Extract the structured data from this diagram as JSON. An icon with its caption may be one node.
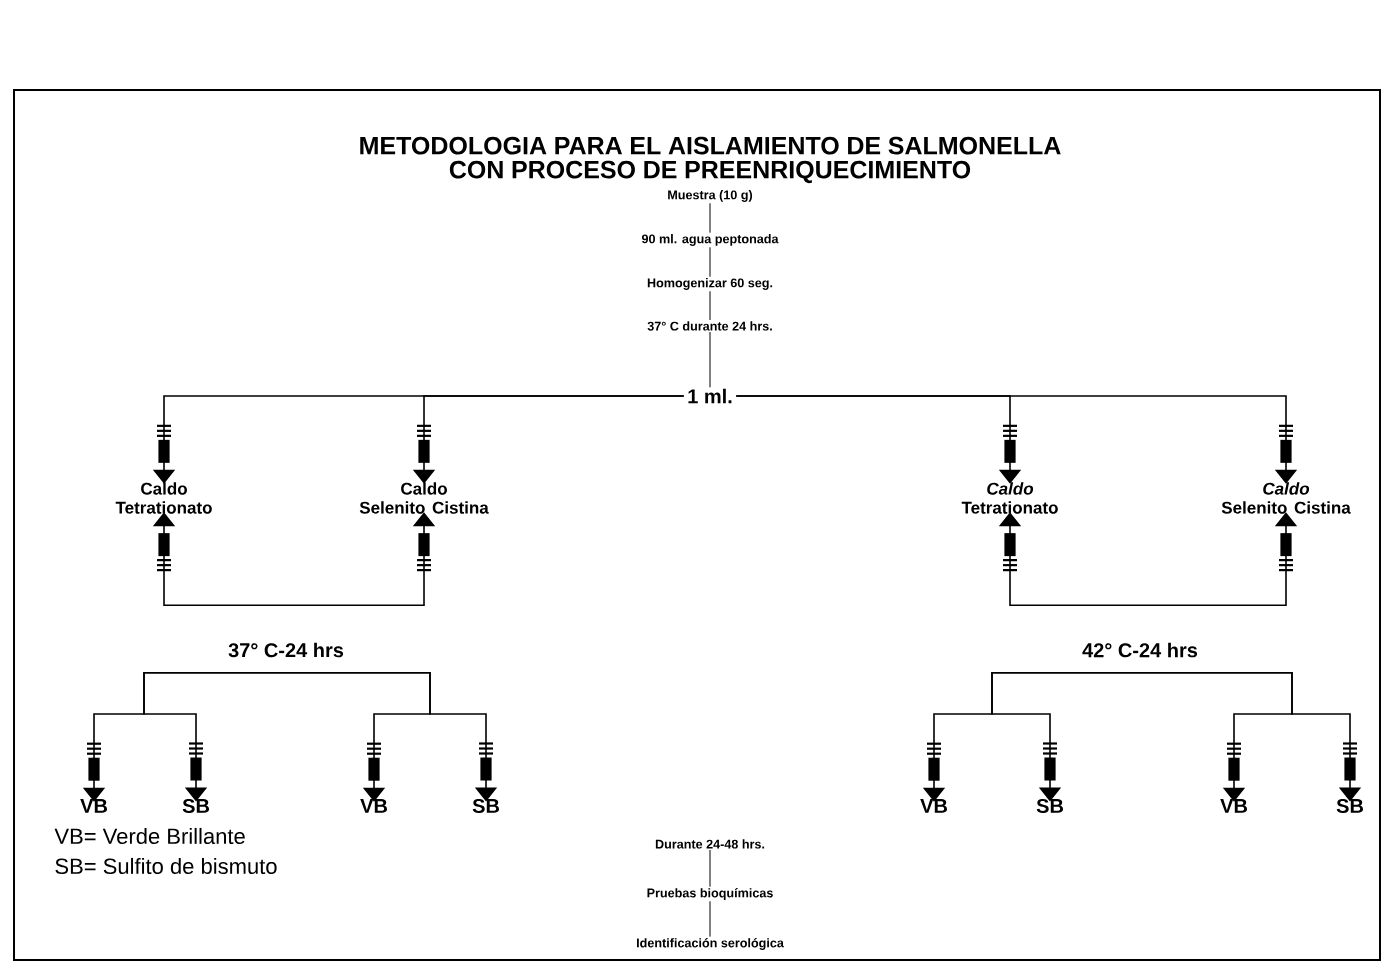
{
  "diagram": {
    "title": "METODOLOGIA PARA EL AISLAMIENTO DE SALMONELLA CON PROCESO DE PREENRIQUECIMIENTO",
    "nodes": [
      {
        "text": [
          "Muestra (10 g)"
        ]
      },
      {
        "text": [
          "90 ml. agua peptonada"
        ]
      },
      {
        "text": [
          "Homogenizar 60 seg."
        ]
      },
      {
        "text": [
          "37° C durante 24 hrs."
        ]
      },
      {
        "text": [
          "1 ml."
        ]
      },
      {
        "text": [
          "Caldo Tetrationato"
        ]
      },
      {
        "text": [
          "Caldo Selenito Cistina"
        ]
      },
      {
        "text": [
          "*Caldo* Tetrationato"
        ]
      },
      {
        "text": [
          "*Caldo* Selenito Cistina"
        ]
      },
      {
        "text": [
          "37° C-24 hrs"
        ]
      },
      {
        "text": [
          "42° C-24 hrs"
        ]
      },
      {
        "text": [
          "VB"
        ]
      },
      {
        "text": [
          "SB"
        ]
      },
      {
        "text": [
          "VB"
        ]
      },
      {
        "text": [
          "SB"
        ]
      },
      {
        "text": [
          "VB"
        ]
      },
      {
        "text": [
          "SB"
        ]
      },
      {
        "text": [
          "VB"
        ]
      },
      {
        "text": [
          "SB"
        ]
      },
      {
        "text": [
          "Durante 24-48 hrs."
        ]
      },
      {
        "text": [
          "Pruebas bioquímicas"
        ]
      },
      {
        "text": [
          "Identificación serológica"
        ]
      }
    ],
    "edges": [
      {
        "from": 0,
        "to": 1,
        "arrow": "none"
      },
      {
        "from": 1,
        "to": 2,
        "arrow": "none"
      },
      {
        "from": 2,
        "to": 3,
        "arrow": "none"
      },
      {
        "from": 3,
        "to": 4,
        "arrow": "none"
      },
      {
        "from": 4,
        "to": 5,
        "arrow": "to"
      },
      {
        "from": 4,
        "to": 6,
        "arrow": "to"
      },
      {
        "from": 4,
        "to": 7,
        "arrow": "to"
      },
      {
        "from": 4,
        "to": 8,
        "arrow": "to"
      },
      {
        "from": 9,
        "to": 5,
        "arrow": "to"
      },
      {
        "from": 9,
        "to": 6,
        "arrow": "to"
      },
      {
        "from": 10,
        "to": 7,
        "arrow": "to"
      },
      {
        "from": 10,
        "to": 8,
        "arrow": "to"
      },
      {
        "from": 9,
        "to": 11,
        "arrow": "to"
      },
      {
        "from": 9,
        "to": 12,
        "arrow": "to"
      },
      {
        "from": 9,
        "to": 13,
        "arrow": "to"
      },
      {
        "from": 9,
        "to": 14,
        "arrow": "to"
      },
      {
        "from": 10,
        "to": 15,
        "arrow": "to"
      },
      {
        "from": 10,
        "to": 16,
        "arrow": "to"
      },
      {
        "from": 10,
        "to": 17,
        "arrow": "to"
      },
      {
        "from": 10,
        "to": 18,
        "arrow": "to"
      },
      {
        "from": 19,
        "to": 20,
        "arrow": "none"
      },
      {
        "from": 20,
        "to": 21,
        "arrow": "none"
      }
    ],
    "labels": [
      "VB= Verde Brillante",
      "SB= Sulfito de bismuto"
    ]
  }
}
